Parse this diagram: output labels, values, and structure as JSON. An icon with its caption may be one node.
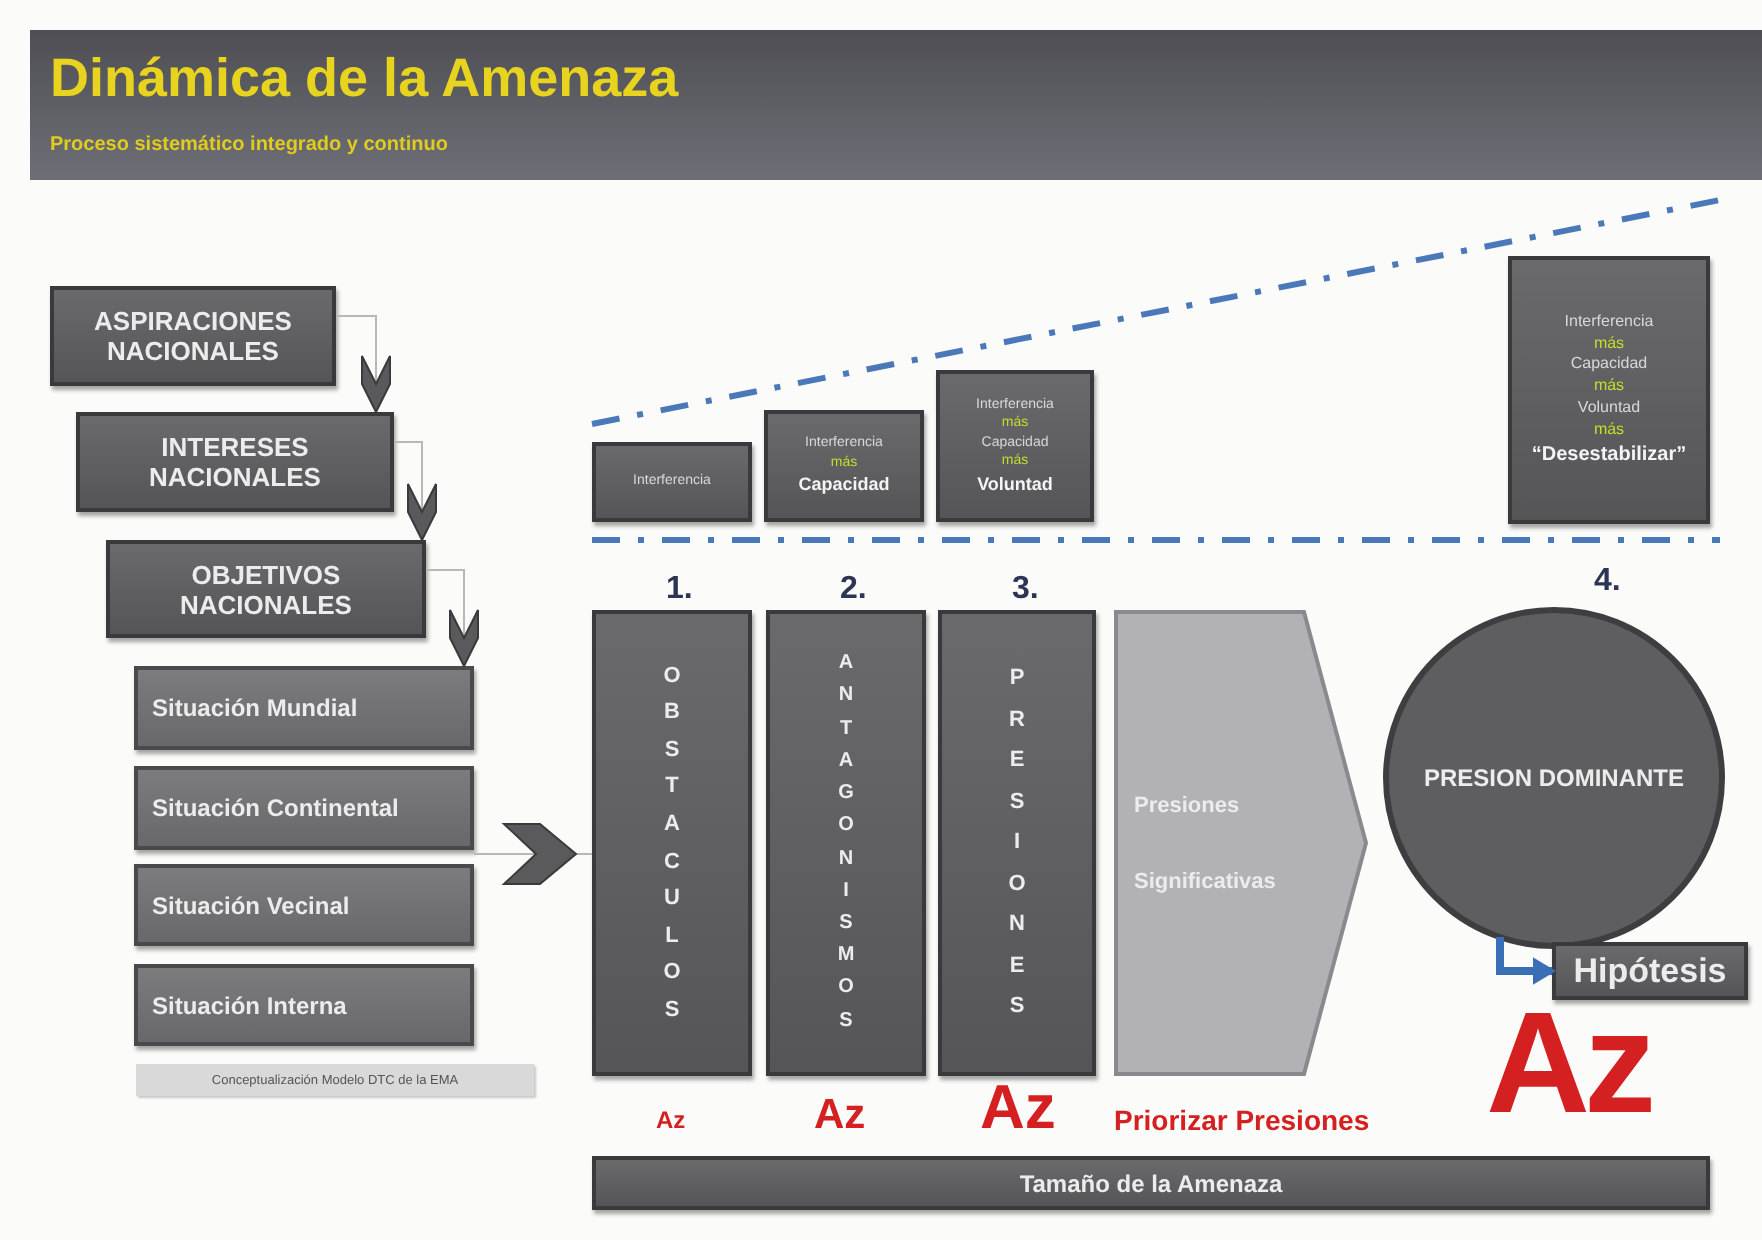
{
  "diagram": {
    "title": "Dinámica de la Amenaza",
    "nodes": [
      {
        "text": [
          "ASPIRACIONES NACIONALES"
        ]
      },
      {
        "text": [
          "INTERESES NACIONALES"
        ]
      },
      {
        "text": [
          "OBJETIVOS NACIONALES"
        ]
      },
      {
        "text": [
          "Situación Mundial"
        ]
      },
      {
        "text": [
          "Situación Continental"
        ]
      },
      {
        "text": [
          "Situación Vecinal"
        ]
      },
      {
        "text": [
          "Situación Interna"
        ]
      },
      {
        "text": [
          "Conceptualización Modelo DTC de la EMA"
        ]
      },
      {
        "text": [
          "Interferencia"
        ]
      },
      {
        "text": [
          "Interferencia",
          "más",
          "Capacidad"
        ]
      },
      {
        "text": [
          "Interferencia",
          "más",
          "Capacidad",
          "más",
          "Voluntad"
        ]
      },
      {
        "text": [
          "Interferencia",
          "más",
          "Capacidad",
          "más",
          "Voluntad",
          "más",
          "“Desestabilizar”"
        ]
      },
      {
        "text": [
          "OBSTACULOS"
        ],
        "beside": [
          "1."
        ]
      },
      {
        "text": [
          "ANTAGONISMOS"
        ],
        "beside": [
          "2."
        ]
      },
      {
        "text": [
          "PRESIONES"
        ],
        "beside": [
          "3."
        ]
      },
      {
        "text": [
          "Presiones",
          "Significativas"
        ]
      },
      {
        "text": [
          "PRESION DOMINANTE"
        ],
        "beside": [
          "4."
        ]
      },
      {
        "text": [
          "Hipótesis"
        ]
      },
      {
        "text": [
          "Tamaño de la Amenaza"
        ]
      }
    ],
    "edges": [
      {
        "from": 0,
        "to": 1,
        "arrow": "to"
      },
      {
        "from": 1,
        "to": 2,
        "arrow": "to"
      },
      {
        "from": 2,
        "to": 3,
        "arrow": "to"
      },
      {
        "from": 4,
        "to": 12,
        "arrow": "to"
      },
      {
        "from": 16,
        "to": 17,
        "arrow": "to",
        "color": "#3a6fb5",
        "style": "thick"
      }
    ],
    "labels": [
      "Proceso sistemático integrado y continuo",
      "Az",
      "Az",
      "Az",
      "Priorizar Presiones",
      "Az"
    ]
  }
}
